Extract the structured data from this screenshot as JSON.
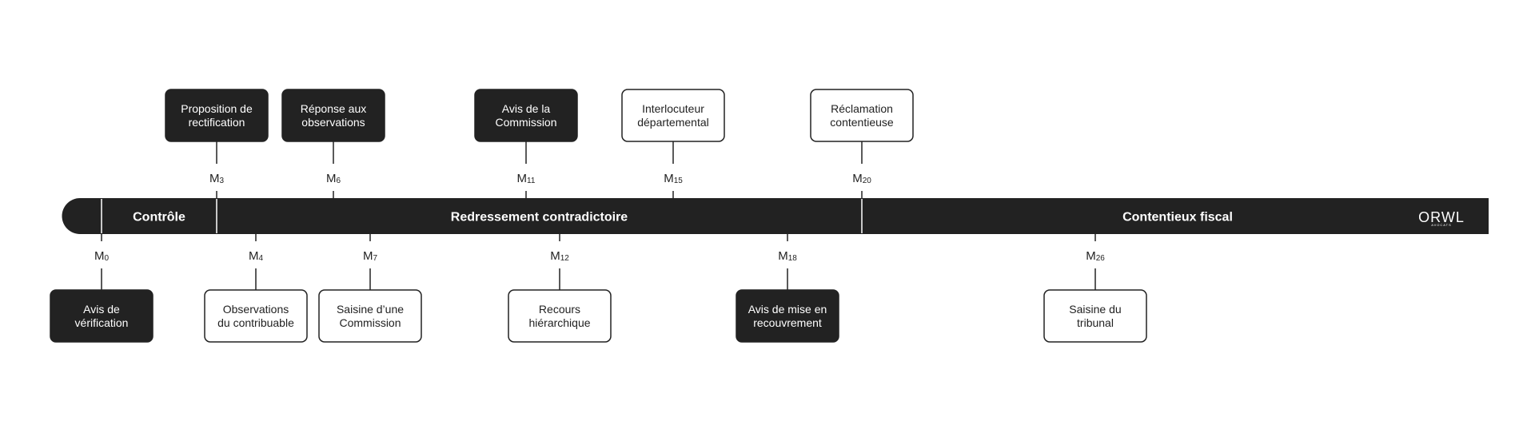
{
  "colors": {
    "dark": "#222222",
    "light": "#ffffff",
    "line": "#222222"
  },
  "phases": [
    {
      "label": "Contrôle",
      "from_month": 0,
      "to_month": 3
    },
    {
      "label": "Redressement contradictoire",
      "from_month": 3,
      "to_month": 20
    },
    {
      "label": "Contentieux fiscal",
      "from_month": 20,
      "to_month": 28
    }
  ],
  "events": [
    {
      "month_label": "M",
      "month_num": "0",
      "month": 0,
      "side": "below",
      "style": "dark",
      "lines": [
        "Avis de",
        "vérification"
      ]
    },
    {
      "month_label": "M",
      "month_num": "3",
      "month": 3,
      "side": "above",
      "style": "dark",
      "lines": [
        "Proposition de",
        "rectification"
      ]
    },
    {
      "month_label": "M",
      "month_num": "4",
      "month": 4,
      "side": "below",
      "style": "light",
      "lines": [
        "Observations",
        "du contribuable"
      ]
    },
    {
      "month_label": "M",
      "month_num": "6",
      "month": 6,
      "side": "above",
      "style": "dark",
      "lines": [
        "Réponse aux",
        "observations"
      ]
    },
    {
      "month_label": "M",
      "month_num": "7",
      "month": 7,
      "side": "below",
      "style": "light",
      "lines": [
        "Saisine d’une",
        "Commission"
      ]
    },
    {
      "month_label": "M",
      "month_num": "11",
      "month": 11,
      "side": "above",
      "style": "dark",
      "lines": [
        "Avis de la",
        "Commission"
      ]
    },
    {
      "month_label": "M",
      "month_num": "12",
      "month": 12,
      "side": "below",
      "style": "light",
      "lines": [
        "Recours",
        "hiérarchique"
      ]
    },
    {
      "month_label": "M",
      "month_num": "15",
      "month": 15,
      "side": "above",
      "style": "light",
      "lines": [
        "Interlocuteur",
        "départemental"
      ]
    },
    {
      "month_label": "M",
      "month_num": "18",
      "month": 18,
      "side": "below",
      "style": "dark",
      "lines": [
        "Avis de mise en",
        "recouvrement"
      ]
    },
    {
      "month_label": "M",
      "month_num": "20",
      "month": 20,
      "side": "above",
      "style": "light",
      "lines": [
        "Réclamation",
        "contentieuse"
      ]
    },
    {
      "month_label": "M",
      "month_num": "26",
      "month": 26,
      "side": "below",
      "style": "light",
      "lines": [
        "Saisine du",
        "tribunal"
      ]
    }
  ],
  "logo": {
    "text": "ORWL",
    "subtext": "AVOCATS"
  }
}
